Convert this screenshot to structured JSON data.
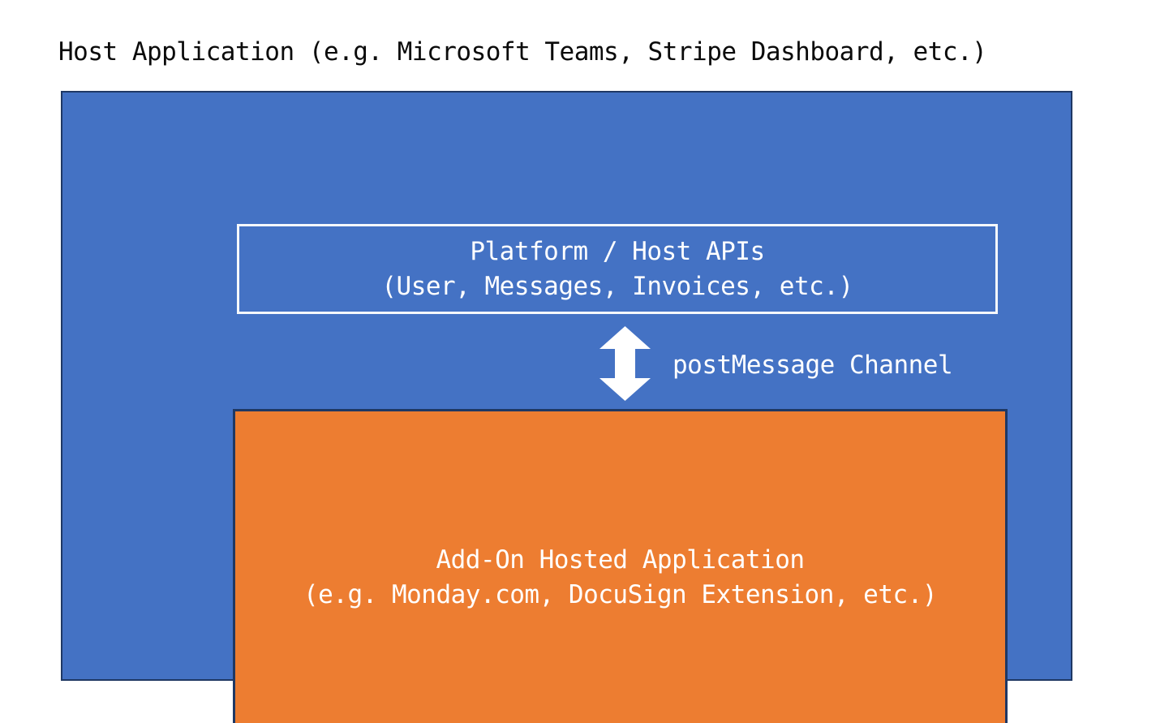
{
  "title": "Host Application (e.g. Microsoft Teams, Stripe Dashboard, etc.)",
  "diagram": {
    "host_container": {
      "fill_color": "#4472C4",
      "border_color": "#1F3864"
    },
    "platform_api_box": {
      "line1": "Platform / Host APIs",
      "line2": "(User, Messages, Invoices, etc.)",
      "border_color": "#FFFFFF",
      "text_color": "#FFFFFF"
    },
    "channel": {
      "arrow_icon": "up-down-arrow",
      "arrow_color": "#FFFFFF",
      "label": "postMessage Channel",
      "label_color": "#FFFFFF"
    },
    "addon_box": {
      "line1": "Add-On Hosted Application",
      "line2": "(e.g. Monday.com, DocuSign Extension, etc.)",
      "fill_color": "#ED7D31",
      "border_color": "#1F3864",
      "text_color": "#FFFFFF"
    }
  }
}
